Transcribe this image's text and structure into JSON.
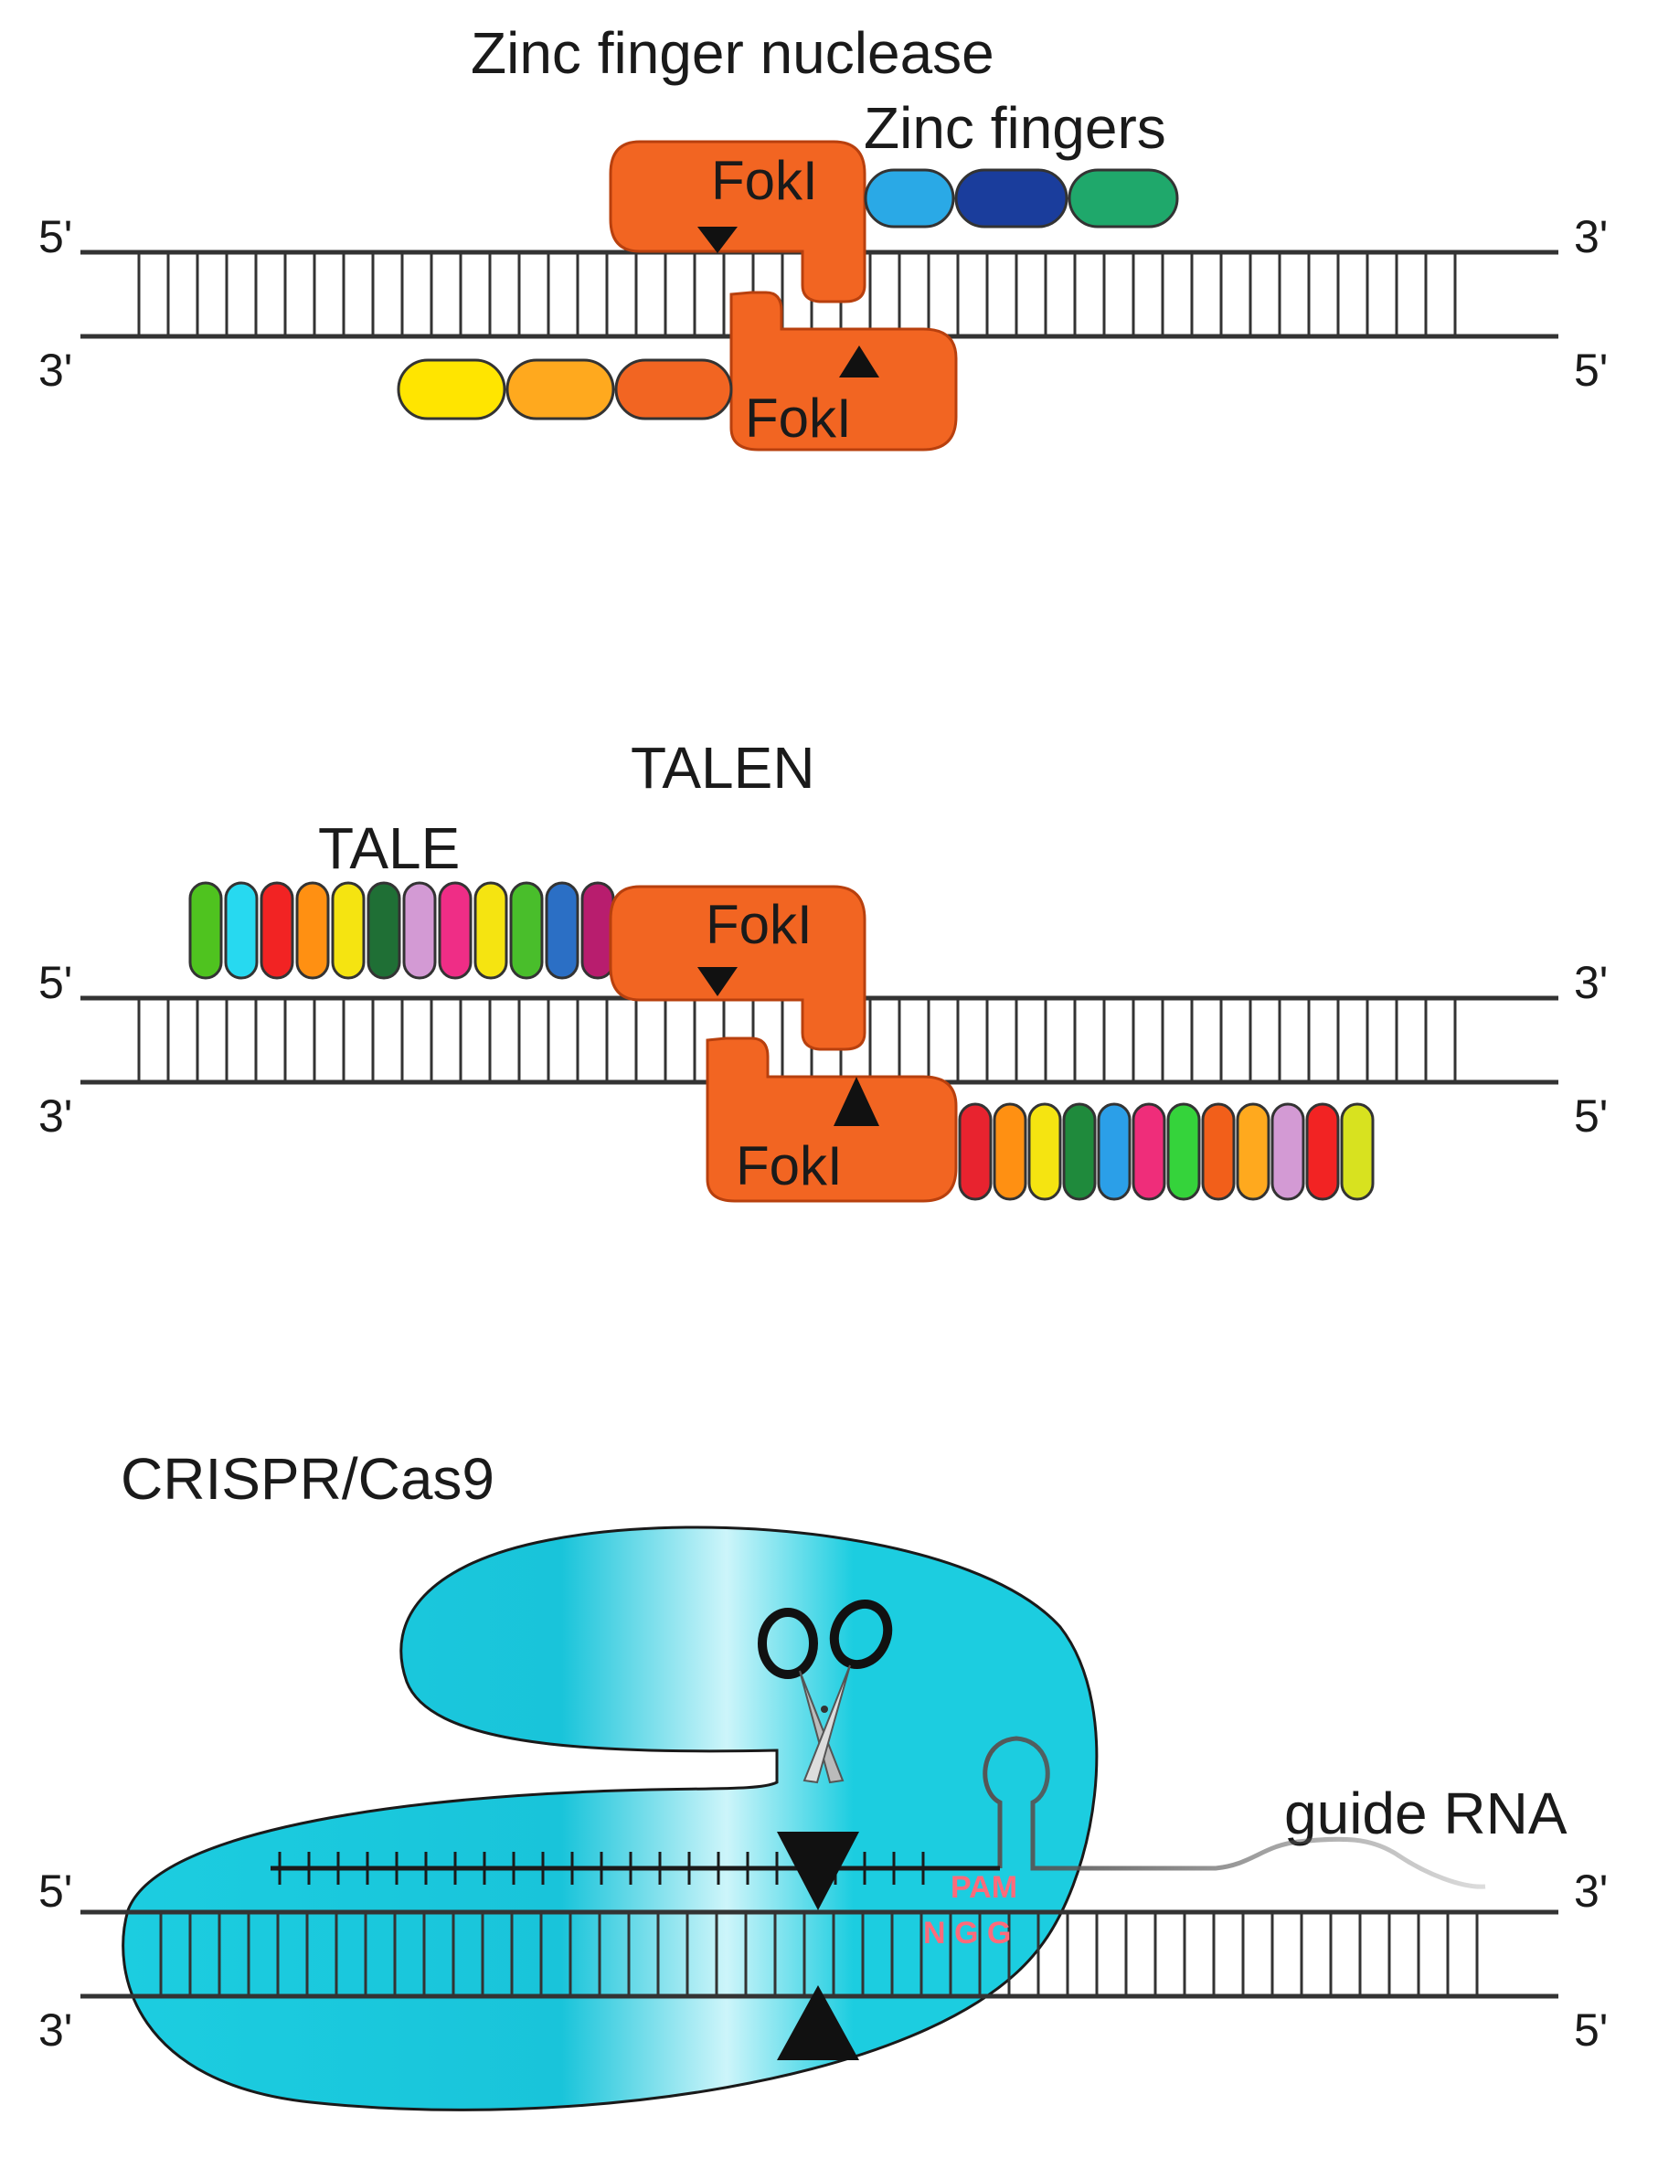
{
  "zfn": {
    "title": "Zinc finger nuclease",
    "fingers_label": "Zinc fingers",
    "fok_top": "FokI",
    "fok_bottom": "FokI",
    "top_5": "5'",
    "top_3": "3'",
    "bottom_3": "3'",
    "bottom_5": "5'",
    "finger_colors_top": [
      "#2aa9e6",
      "#1a3d9c",
      "#1fa86b"
    ],
    "finger_colors_bottom": [
      "#ffe500",
      "#ffa91e",
      "#f26522"
    ]
  },
  "talen": {
    "title": "TALEN",
    "tale_label": "TALE",
    "fok_top": "FokI",
    "fok_bottom": "FokI",
    "top_5": "5'",
    "top_3": "3'",
    "bottom_3": "3'",
    "bottom_5": "5'",
    "tale_colors_top": [
      "#4fc31f",
      "#27d9f0",
      "#f22323",
      "#ff9012",
      "#f5e411",
      "#1f6f35",
      "#d39ad4",
      "#ef2d86",
      "#f5e411",
      "#49be2b",
      "#2b6fc5",
      "#b81d6e"
    ],
    "tale_colors_bottom": [
      "#e8232f",
      "#ff9012",
      "#f5e411",
      "#1f8a3c",
      "#2b9fe8",
      "#ef2d7a",
      "#35d33b",
      "#f25f1a",
      "#ffa91e",
      "#d39ad4",
      "#f22323",
      "#d8e21f"
    ]
  },
  "crispr": {
    "title": "CRISPR/Cas9",
    "guide_label": "guide RNA",
    "pam_label": "PAM",
    "pam_seq": "N G G",
    "top_5": "5'",
    "top_3": "3'",
    "bottom_3": "3'",
    "bottom_5": "5'"
  },
  "colors": {
    "foki": "#f26522",
    "cas9": "#1ccde0",
    "strand": "#333333"
  }
}
